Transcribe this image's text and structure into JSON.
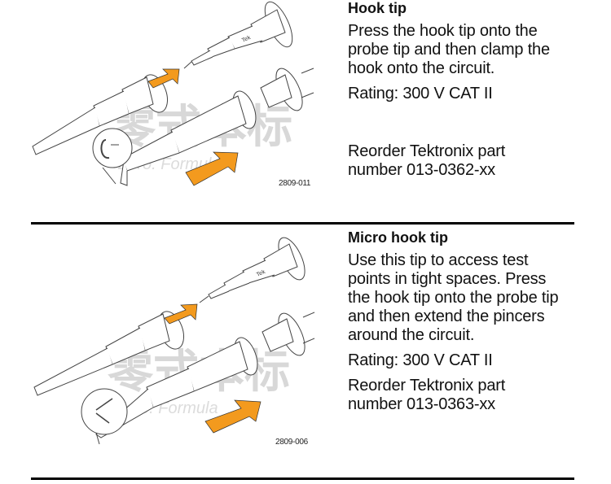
{
  "sections": [
    {
      "title": "Hook tip",
      "description": "Press the hook tip onto the probe tip and then clamp the hook onto the circuit.",
      "description_lines": [
        "Press the hook tip onto the",
        "probe tip and then clamp the",
        "hook onto the circuit."
      ],
      "rating": "Rating: 300 V CAT II",
      "reorder_lines": [
        "Reorder Tektronix part",
        "number 013-0362-xx"
      ],
      "figure_number": "2809-011",
      "figure_label": "hook tip attachment illustration"
    },
    {
      "title": "Micro hook tip",
      "description": "Use this tip to access test points in tight spaces. Press the hook tip onto the probe tip and then extend the pincers around the circuit.",
      "description_lines": [
        "Use this tip to access test",
        "points in tight spaces.  Press",
        "the hook tip onto the probe tip",
        "and then extend the pincers",
        "around the circuit."
      ],
      "rating": "Rating: 300 V CAT II",
      "reorder_lines": [
        "Reorder Tektronix part",
        "number 013-0363-xx"
      ],
      "figure_number": "2809-006",
      "figure_label": "micro hook tip attachment illustration"
    }
  ],
  "watermark": {
    "chinese": "零式本标",
    "english": "Zero. Formula"
  },
  "colors": {
    "arrow": "#f39a1e",
    "rule": "#000000"
  }
}
